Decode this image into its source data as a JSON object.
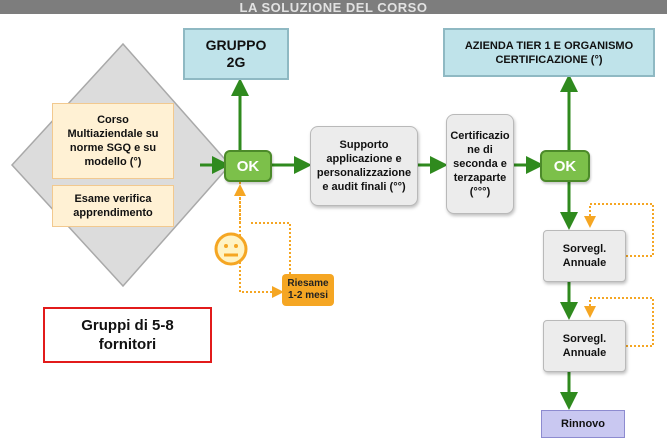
{
  "header": {
    "title": "LA SOLUZIONE DEL CORSO"
  },
  "boxes": {
    "gruppo_2g": "GRUPPO\n2G",
    "azienda": "AZIENDA  TIER 1 E ORGANISMO\nCERTIFICAZIONE (°)",
    "corso": "Corso\nMultiaziendale su\nnorme SGQ e su\nmodello (°)",
    "esame": "Esame verifica\napprendimento",
    "ok1": "OK",
    "ok2": "OK",
    "supporto": "Supporto\napplicazione e\npersonalizzazione\ne audit finali (°°)",
    "certificazione": "Certificazio\nne di\nseconda e\nterzaparte\n(°°°)",
    "riesame": "Riesame\n1-2 mesi",
    "sorv1": "Sorvegl.\nAnnuale",
    "sorv2": "Sorvegl.\nAnnuale",
    "rinnovo": "Rinnovo",
    "gruppi": "Gruppi di 5-8\nfornitori"
  },
  "icons": {
    "face": "neutral-face-icon"
  },
  "colors": {
    "arrow_green": "#2f8a1e",
    "ok_green": "#7cc04a",
    "dotted_orange": "#f5a623",
    "teal": "#bfe3ea",
    "red_border": "#e21b1b"
  }
}
